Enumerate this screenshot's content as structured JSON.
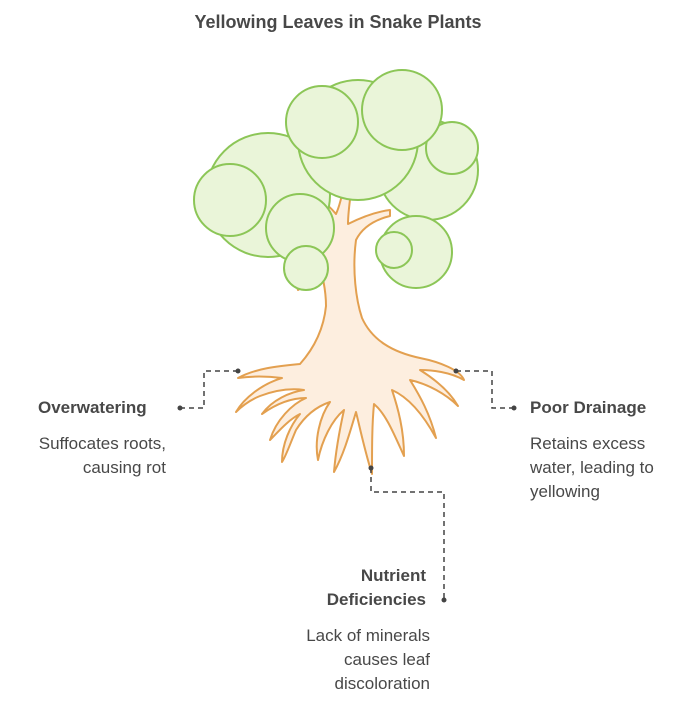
{
  "title": "Yellowing Leaves in Snake Plants",
  "colors": {
    "leaf_fill": "#eaf5d9",
    "leaf_stroke": "#8cc657",
    "trunk_fill": "#fdeedf",
    "trunk_stroke": "#e3a050",
    "text": "#484848",
    "connector": "#444444"
  },
  "causes": {
    "overwatering": {
      "heading": "Overwatering",
      "description_lines": [
        "Suffocates roots,",
        "causing rot"
      ]
    },
    "poor_drainage": {
      "heading": "Poor Drainage",
      "description_lines": [
        "Retains excess",
        "water, leading to",
        "yellowing"
      ]
    },
    "nutrient_deficiencies": {
      "heading_lines": [
        "Nutrient",
        "Deficiencies"
      ],
      "description_lines": [
        "Lack of minerals",
        "causes leaf",
        "discoloration"
      ]
    }
  }
}
